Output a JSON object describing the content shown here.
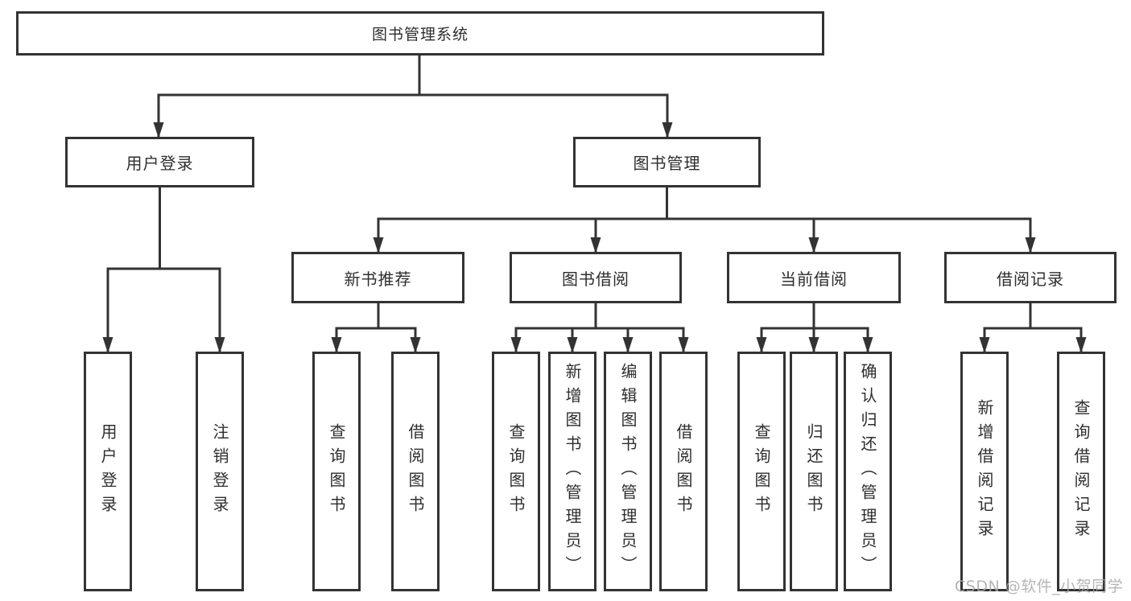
{
  "diagram": {
    "root": {
      "label": "图书管理系统"
    },
    "level1": [
      {
        "id": "user-login",
        "label": "用户登录"
      },
      {
        "id": "book-management",
        "label": "图书管理"
      }
    ],
    "level2": [
      {
        "id": "new-book-recommend",
        "label": "新书推荐",
        "parent": "图书管理"
      },
      {
        "id": "book-borrow",
        "label": "图书借阅",
        "parent": "图书管理"
      },
      {
        "id": "current-borrow",
        "label": "当前借阅",
        "parent": "图书管理"
      },
      {
        "id": "borrow-records",
        "label": "借阅记录",
        "parent": "图书管理"
      }
    ],
    "level3": [
      {
        "parent": "用户登录",
        "label": "用户登录"
      },
      {
        "parent": "用户登录",
        "label": "注销登录"
      },
      {
        "parent": "新书推荐",
        "label": "查询图书"
      },
      {
        "parent": "新书推荐",
        "label": "借阅图书"
      },
      {
        "parent": "图书借阅",
        "label": "查询图书"
      },
      {
        "parent": "图书借阅",
        "label": "新增图书（管理员）"
      },
      {
        "parent": "图书借阅",
        "label": "编辑图书（管理员）"
      },
      {
        "parent": "图书借阅",
        "label": "借阅图书"
      },
      {
        "parent": "当前借阅",
        "label": "查询图书"
      },
      {
        "parent": "当前借阅",
        "label": "归还图书"
      },
      {
        "parent": "当前借阅",
        "label": "确认归还（管理员）"
      },
      {
        "parent": "借阅记录",
        "label": "新增借阅记录"
      },
      {
        "parent": "借阅记录",
        "label": "查询借阅记录"
      }
    ],
    "colors": {
      "line": "#333333",
      "text": "#2e2e2e",
      "background": "#ffffff",
      "watermark": "#a9a9a9"
    }
  },
  "watermark": {
    "text": "CSDN @软件_小贺同学"
  }
}
